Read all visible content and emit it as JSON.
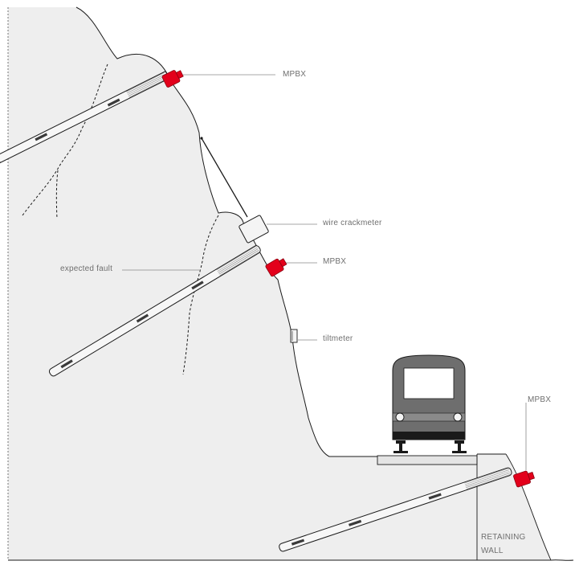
{
  "labels": {
    "mpbx_top": "MPBX",
    "wire_crackmeter": "wire crackmeter",
    "mpbx_middle": "MPBX",
    "expected_fault": "expected fault",
    "tiltmeter": "tiltmeter",
    "mpbx_bottom": "MPBX",
    "retaining_wall_line1": "RETAINING",
    "retaining_wall_line2": "WALL"
  },
  "colors": {
    "rock_fill": "#eeeeee",
    "outline": "#1a1a1a",
    "instrument_red": "#e3001b",
    "label_text": "#6f6f6f",
    "leader_line": "#8a8a8a",
    "train_body": "#6e6e6e",
    "train_window": "#ffffff",
    "sleeper_fill": "#e4e4e4"
  },
  "icons": [
    "mpbx-head-icon",
    "wire-crackmeter-icon",
    "tiltmeter-icon",
    "train-icon",
    "rail-icon"
  ]
}
